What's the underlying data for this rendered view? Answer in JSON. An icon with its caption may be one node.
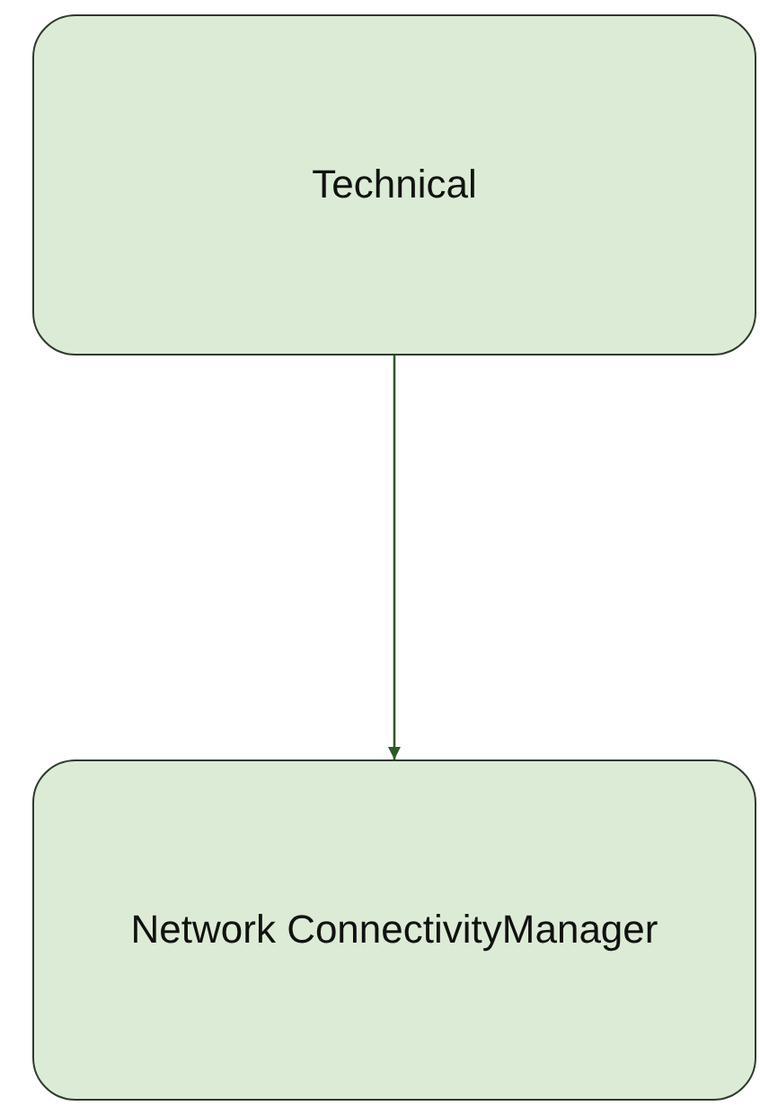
{
  "diagram": {
    "nodes": [
      {
        "text": [
          "Technical"
        ]
      },
      {
        "text": [
          "Network ConnectivityManager"
        ]
      }
    ],
    "edges": [
      {
        "from": 0,
        "to": 1,
        "arrow": "to"
      }
    ]
  }
}
